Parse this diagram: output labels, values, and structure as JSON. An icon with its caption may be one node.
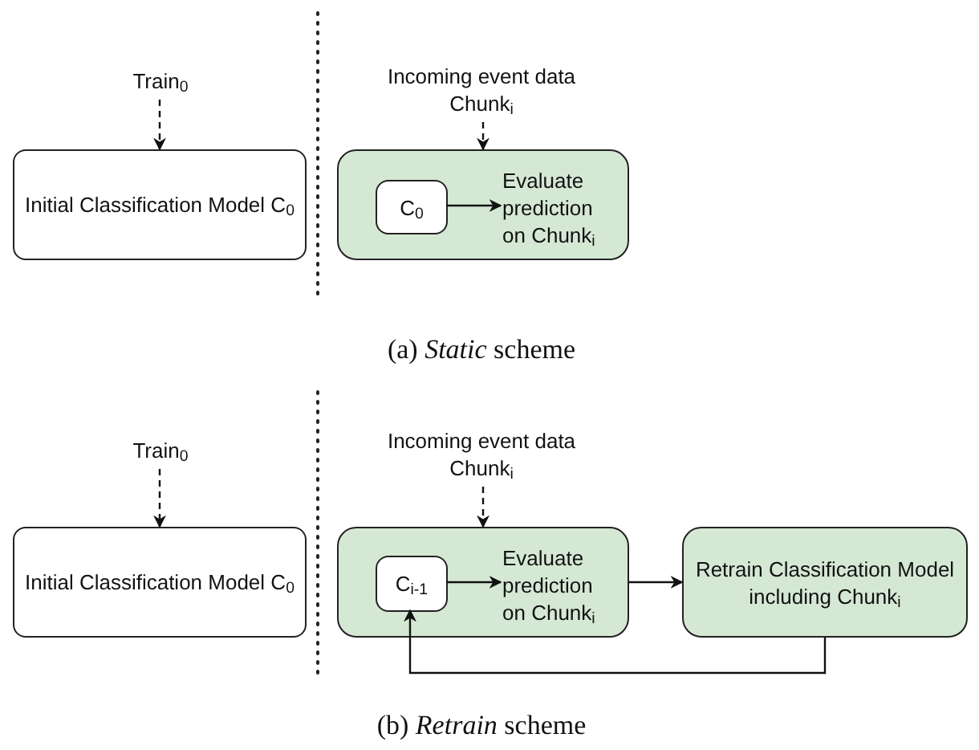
{
  "diagram": {
    "nodes": [
      {
        "text": [
          "Train$_{0}$"
        ]
      },
      {
        "text": [
          "Initial Classification Model C$_{0}$"
        ]
      },
      {
        "text": [
          "Incoming event data Chunk$_{i}$"
        ]
      },
      {
        "text": [],
        "shape": "box"
      },
      {
        "text": [
          "C$_{0}$"
        ],
        "in": 3
      },
      {
        "text": [
          "Evaluate prediction on Chunk$_{i}$"
        ],
        "in": 3
      },
      {
        "text": [
          "Train$_{0}$"
        ]
      },
      {
        "text": [
          "Initial Classification Model C$_{0}$"
        ]
      },
      {
        "text": [
          "Incoming event data Chunk$_{i}$"
        ]
      },
      {
        "text": [],
        "shape": "box"
      },
      {
        "text": [
          "C$_{i-1}$"
        ],
        "in": 9
      },
      {
        "text": [
          "Evaluate prediction on Chunk$_{i}$"
        ],
        "in": 9
      },
      {
        "text": [
          "Retrain Classification Model including Chunk$_{i}$"
        ]
      }
    ],
    "edges": [
      {
        "from": 0,
        "to": 1,
        "arrow": "to",
        "style": "dashed"
      },
      {
        "from": 2,
        "to": 3,
        "arrow": "to",
        "style": "dashed"
      },
      {
        "from": 4,
        "to": 5,
        "arrow": "to"
      },
      {
        "from": 6,
        "to": 7,
        "arrow": "to",
        "style": "dashed"
      },
      {
        "from": 8,
        "to": 9,
        "arrow": "to",
        "style": "dashed"
      },
      {
        "from": 10,
        "to": 11,
        "arrow": "to"
      },
      {
        "from": 9,
        "to": 12,
        "arrow": "to"
      },
      {
        "from": 12,
        "to": 10,
        "arrow": "to"
      }
    ],
    "labels": [
      "(a) *Static* scheme",
      "(b) *Retrain* scheme"
    ]
  }
}
